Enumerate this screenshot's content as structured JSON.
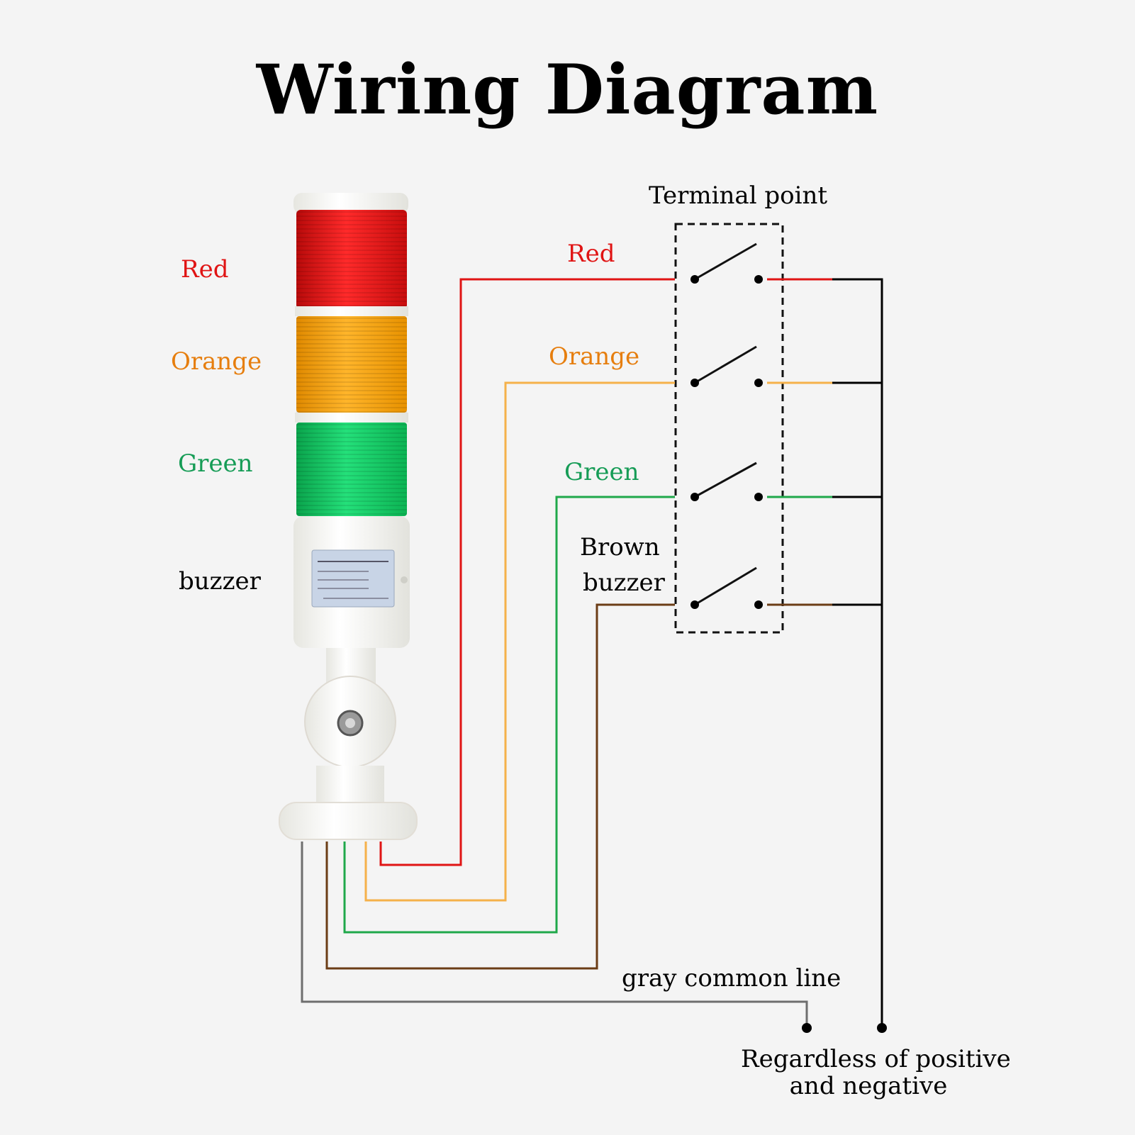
{
  "title": "Wiring Diagram",
  "colors": {
    "red": "#e01414",
    "orange": "#f5a623",
    "orange_text": "#e67e0e",
    "green": "#1fa84a",
    "green_text": "#169c56",
    "brown": "#6b3d16",
    "gray": "#6e6e6e",
    "black": "#000000",
    "background": "#f4f4f4"
  },
  "tower_labels": {
    "red": "Red",
    "orange": "Orange",
    "green": "Green",
    "buzzer": "buzzer"
  },
  "wire_labels": {
    "red": "Red",
    "orange": "Orange",
    "green": "Green",
    "brown_line1": "Brown",
    "brown_line2": "buzzer"
  },
  "terminal_label": "Terminal point",
  "common_label": "gray common line",
  "polarity_note": {
    "line1": "Regardless of positive",
    "line2": "and negative"
  }
}
